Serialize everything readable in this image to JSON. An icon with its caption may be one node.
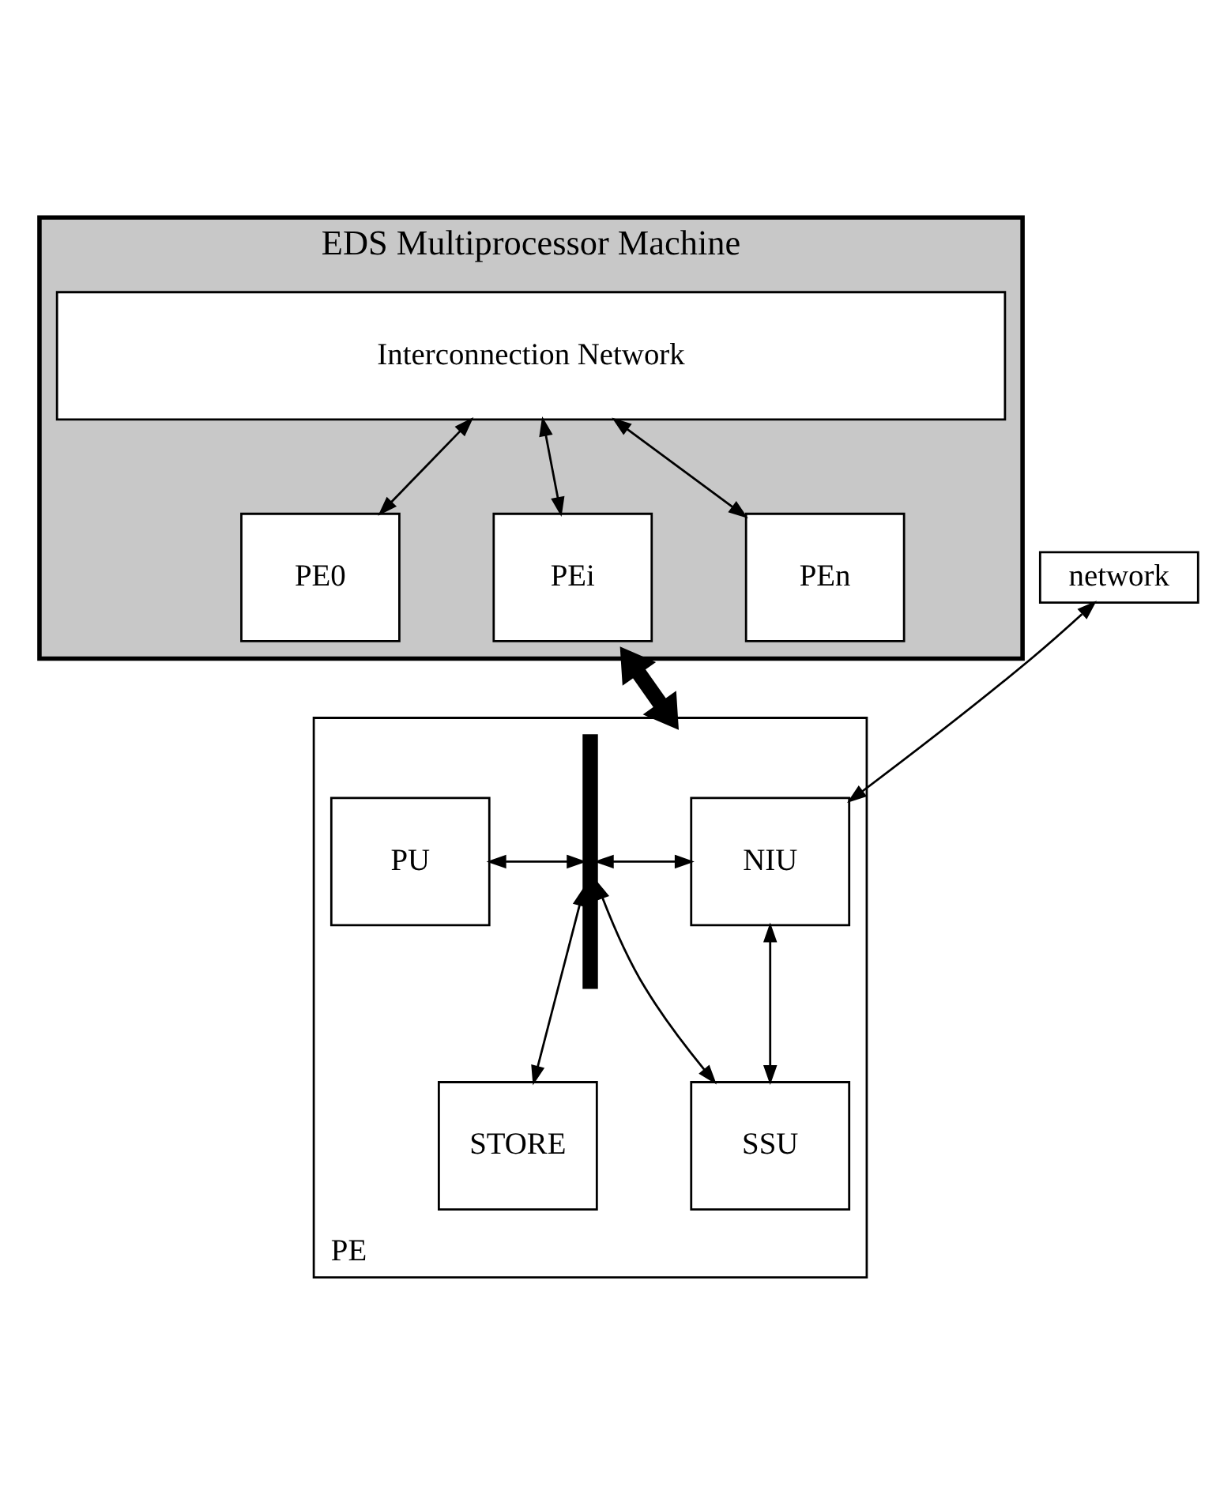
{
  "diagram": {
    "nodes": [
      {
        "text": [
          "EDS Multiprocessor Machine"
        ]
      },
      {
        "text": [
          "Interconnection Network"
        ],
        "in": 0
      },
      {
        "text": [
          "PE0"
        ],
        "in": 0
      },
      {
        "text": [
          "PEi"
        ],
        "in": 0
      },
      {
        "text": [
          "PEn"
        ],
        "in": 0
      },
      {
        "text": [
          "network"
        ]
      },
      {
        "text": [
          "PE"
        ]
      },
      {
        "text": [
          "PU"
        ],
        "in": 6
      },
      {
        "text": [],
        "shape": "bar",
        "in": 6
      },
      {
        "text": [
          "NIU"
        ],
        "in": 6
      },
      {
        "text": [
          "STORE"
        ],
        "in": 6
      },
      {
        "text": [
          "SSU"
        ],
        "in": 6
      }
    ],
    "edges": [
      {
        "from": 1,
        "to": 2,
        "arrow": "both"
      },
      {
        "from": 1,
        "to": 3,
        "arrow": "both"
      },
      {
        "from": 1,
        "to": 4,
        "arrow": "both"
      },
      {
        "from": 0,
        "to": 6,
        "arrow": "both",
        "style": "thick"
      },
      {
        "from": 5,
        "to": 9,
        "arrow": "both"
      },
      {
        "from": 7,
        "to": 8,
        "arrow": "both"
      },
      {
        "from": 8,
        "to": 9,
        "arrow": "both"
      },
      {
        "from": 9,
        "to": 11,
        "arrow": "both"
      },
      {
        "from": 10,
        "to": 8,
        "arrow": "both"
      },
      {
        "from": 8,
        "to": 11,
        "arrow": "both"
      }
    ]
  }
}
